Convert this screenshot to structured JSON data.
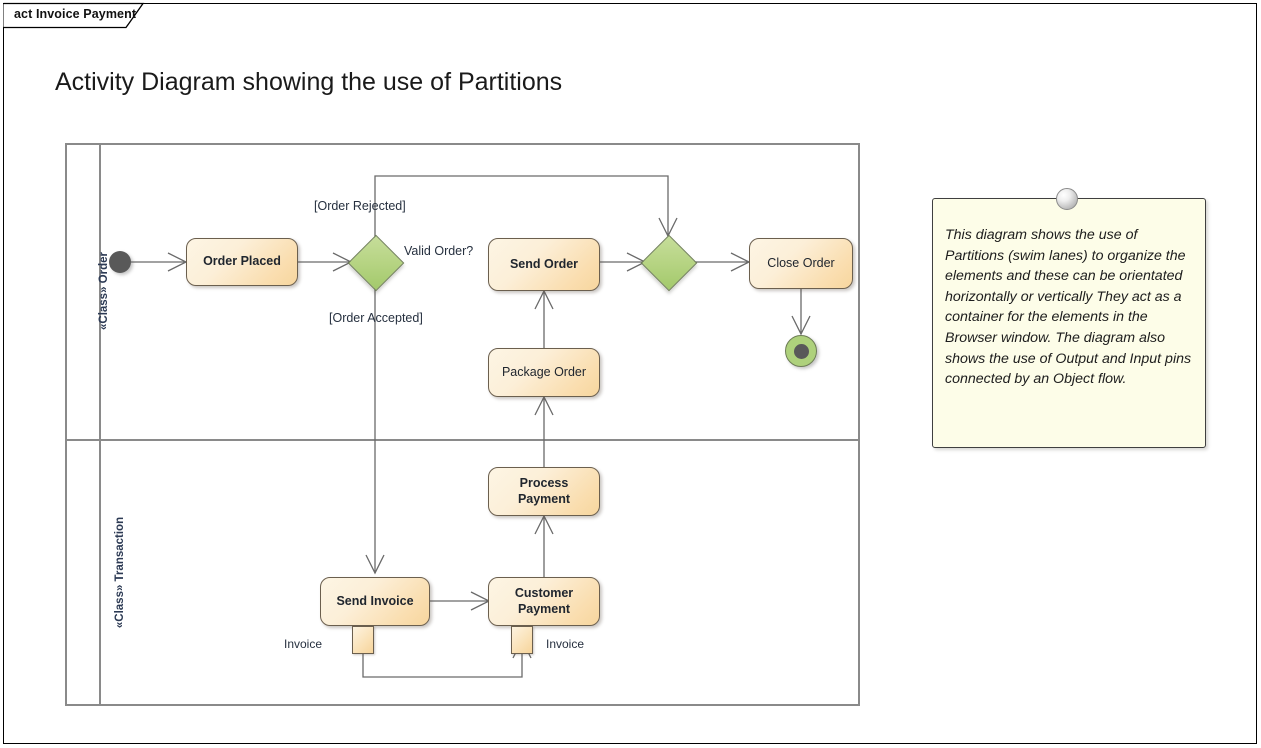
{
  "frame": {
    "label": "act Invoice Payment"
  },
  "title": "Activity Diagram showing the use of Partitions",
  "partitions": [
    {
      "name": "«Class» Order"
    },
    {
      "name": "«Class» Transaction"
    }
  ],
  "nodes": {
    "initial": {
      "name": "initial-node"
    },
    "order_placed": {
      "label": "Order Placed"
    },
    "send_order": {
      "label": "Send Order"
    },
    "close_order": {
      "label": "Close Order"
    },
    "package_order": {
      "label": "Package Order"
    },
    "process_payment": {
      "label": "Process Payment"
    },
    "send_invoice": {
      "label": "Send Invoice"
    },
    "customer_payment": {
      "label": "Customer Payment"
    },
    "final": {
      "name": "activity-final-node"
    },
    "decision": {
      "label": "Valid Order?"
    },
    "merge": {
      "name": "merge-node"
    }
  },
  "pins": {
    "output_pin": {
      "label": "Invoice"
    },
    "input_pin": {
      "label": "Invoice"
    }
  },
  "guards": {
    "rejected": "[Order Rejected]",
    "accepted": "[Order Accepted]"
  },
  "note": {
    "text": "This diagram shows the use of Partitions (swim lanes) to organize the elements and these can be orientated horizontally or vertically  They act as a container for the elements in the Browser window. The diagram also shows the use of Output and Input pins connected by an Object flow."
  },
  "colors": {
    "activity_fill_light": "#fdf5e4",
    "activity_fill_dark": "#f7d69e",
    "activity_border": "#6b5f4e",
    "decision_fill": "#b6d483",
    "decision_border": "#6d7d55",
    "initial_fill": "#595959",
    "final_ring": "#aed17c",
    "note_fill": "#fdfde8",
    "note_border": "#3f3f3f",
    "partition_border": "#8a8a8a",
    "edge_stroke": "#6a6a6a",
    "frame_border": "#000000",
    "lane_label": "#2c3a54"
  }
}
